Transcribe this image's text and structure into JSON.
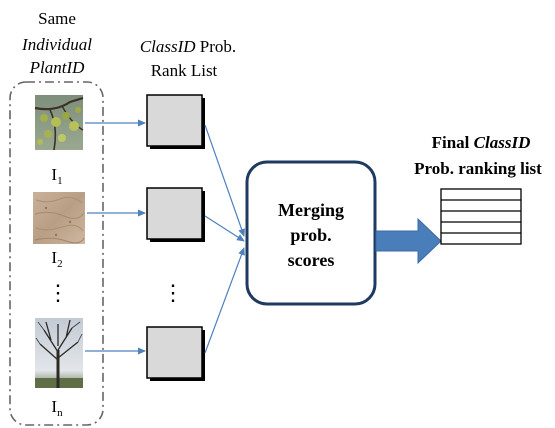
{
  "group": {
    "heading_line1": "Same",
    "heading_line2": "Individual",
    "heading_line3": "PlantID"
  },
  "rank_list": {
    "heading_italic": "ClassID",
    "heading_rest": " Prob.",
    "heading_line2": "Rank List"
  },
  "images": [
    {
      "label": "I",
      "subscript": "1",
      "kind": "branch-with-leaves"
    },
    {
      "label": "I",
      "subscript": "2",
      "kind": "bark-texture"
    },
    {
      "label": "I",
      "subscript": "n",
      "kind": "whole-tree"
    }
  ],
  "ellipsis": "⋮",
  "merge": {
    "line1": "Merging",
    "line2": "prob.",
    "line3": "scores"
  },
  "final": {
    "line1_plain": "Final ",
    "line1_italic": "ClassID",
    "line2": "Prob. ranking list"
  },
  "colors": {
    "arrow": "#4f81bd",
    "big_arrow": "#4a7ebb",
    "box_fill": "#d9d9d9",
    "merge_border": "#1f3a60"
  }
}
